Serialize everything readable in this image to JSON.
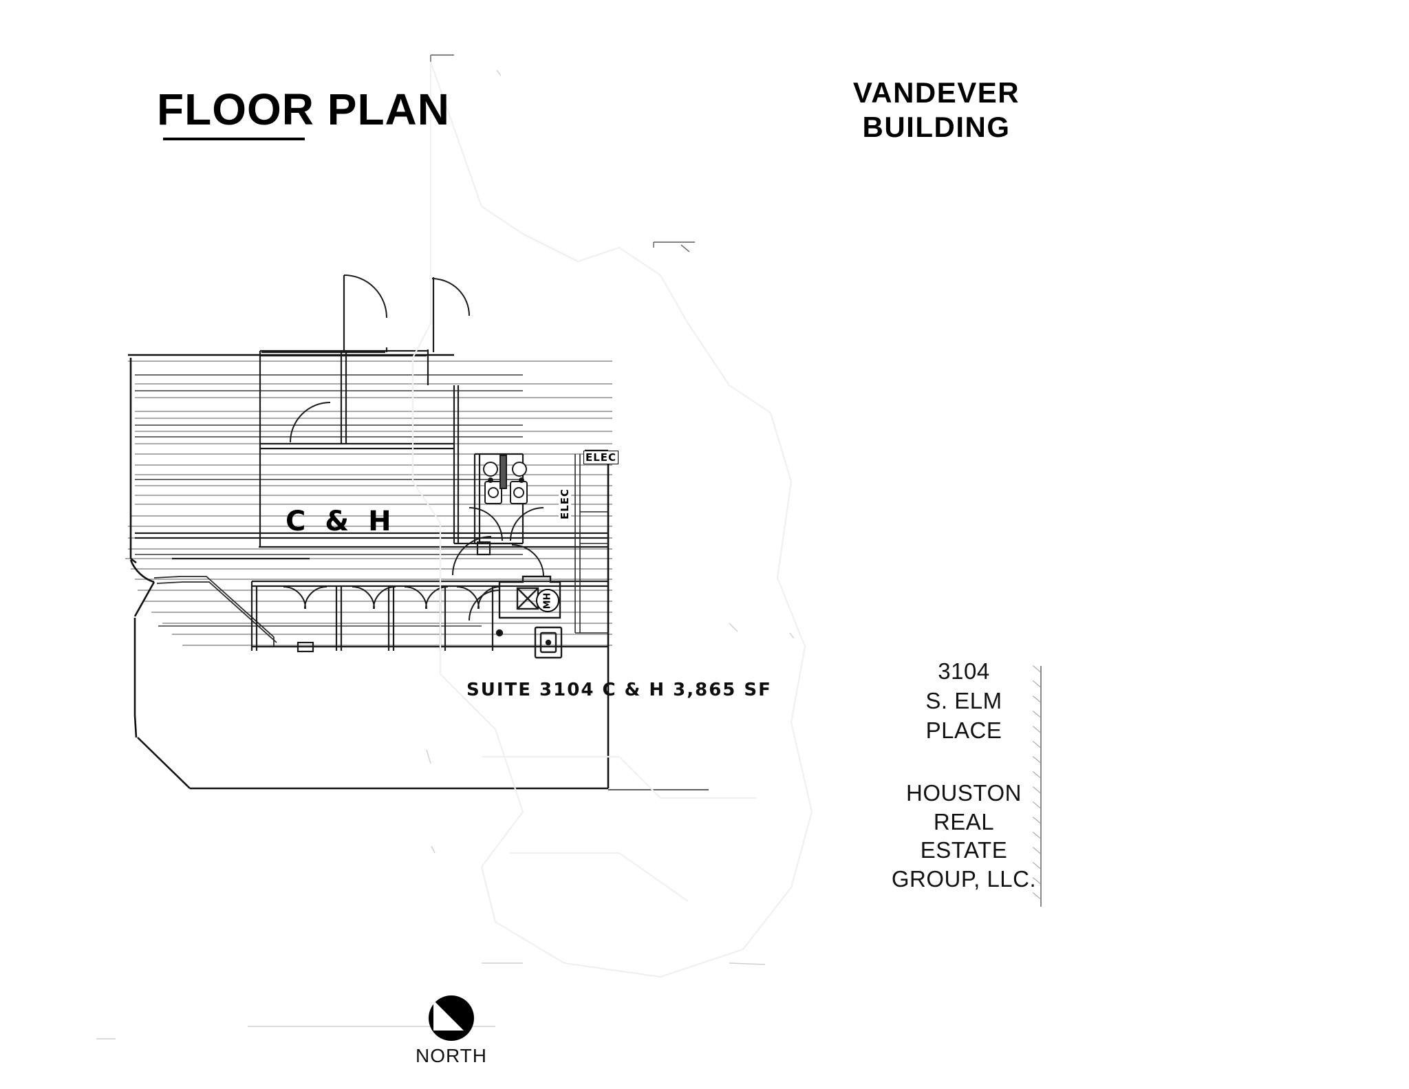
{
  "document": {
    "type": "architectural-floor-plan",
    "sheet_title": "FLOOR PLAN",
    "background_color": "#ffffff",
    "ink_color": "#000000"
  },
  "titles": {
    "floor_plan": "FLOOR PLAN",
    "building_line1": "VANDEVER",
    "building_line2": "BUILDING"
  },
  "address": {
    "line1": "3104",
    "line2": "S. ELM",
    "line3": "PLACE"
  },
  "company": {
    "line1": "HOUSTON",
    "line2": "REAL",
    "line3": "ESTATE",
    "line4": "GROUP, LLC."
  },
  "plan": {
    "suite_label": "SUITE 3104 C & H 3,865 SF",
    "tenant_mark": "C & H",
    "suite_number": "3104",
    "tenant_name": "C & H",
    "area_sf": "3,865 SF",
    "room_labels": {
      "elec_top": "ELEC",
      "elec_vertical": "ELEC",
      "mh": "MH"
    }
  },
  "compass": {
    "label": "NORTH",
    "icon": "north-arrow-icon"
  },
  "icons": {
    "north_arrow": "north-arrow-icon",
    "door_swing": "door-swing-icon",
    "hatch_boundary": "hatch-boundary-icon"
  }
}
